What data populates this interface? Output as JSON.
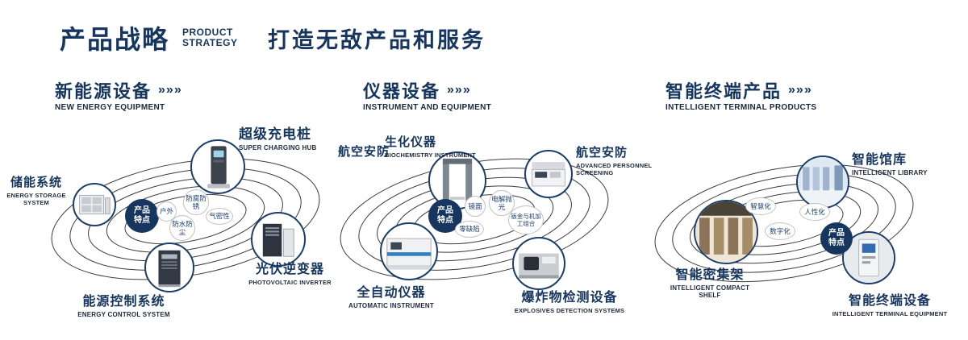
{
  "header": {
    "title": "产品战略",
    "subtitle": [
      "PRODUCT",
      "STRATEGY"
    ],
    "tagline": "打造无敌产品和服务"
  },
  "accent_color": "#16365f",
  "sections": [
    {
      "title": "新能源设备",
      "arrows": "»»»",
      "subtitle": "NEW ENERGY EQUIPMENT",
      "badge": "产品特点",
      "features": [
        "户外",
        "防腐防锈",
        "气密性",
        "防水防尘"
      ],
      "nodes": [
        {
          "label": "超级充电桩",
          "sublabel": "SUPER CHARGING HUB",
          "icon": "charging-hub"
        },
        {
          "label": "储能系统",
          "sublabel": "ENERGY STORAGE SYSTEM",
          "icon": "energy-storage"
        },
        {
          "label": "光伏逆变器",
          "sublabel": "PHOTOVOLTAIC INVERTER",
          "icon": "pv-inverter"
        },
        {
          "label": "能源控制系统",
          "sublabel": "ENERGY CONTROL SYSTEM",
          "icon": "energy-control"
        }
      ]
    },
    {
      "title": "仪器设备",
      "arrows": "»»»",
      "subtitle": "INSTRUMENT AND EQUIPMENT",
      "badge": "产品特点",
      "features": [
        "镜面",
        "电解抛光",
        "零缺陷",
        "钣金与机加工组合"
      ],
      "extra_label": "航空安防",
      "nodes": [
        {
          "label": "生化仪器",
          "sublabel": "BIOCHEMISTRY INSTRUMENT",
          "icon": "security-gate"
        },
        {
          "label": "航空安防",
          "sublabel": "ADVANCED PERSONNEL SCREENING",
          "icon": "personnel-screening"
        },
        {
          "label": "全自动仪器",
          "sublabel": "AUTOMATIC INSTRUMENT",
          "icon": "automatic-instrument"
        },
        {
          "label": "爆炸物检测设备",
          "sublabel": "EXPLOSIVES DETECTION SYSTEMS",
          "icon": "explosives-detection"
        }
      ]
    },
    {
      "title": "智能终端产品",
      "arrows": "»»»",
      "subtitle": "INTELLIGENT TERMINAL PRODUCTS",
      "badge": "产品特点",
      "features": [
        "智慧化",
        "人性化",
        "数字化"
      ],
      "nodes": [
        {
          "label": "智能馆库",
          "sublabel": "INTELLIGENT LIBRARY",
          "icon": "intelligent-library"
        },
        {
          "label": "智能密集架",
          "sublabel": "INTELLIGENT COMPACT SHELF",
          "icon": "compact-shelf"
        },
        {
          "label": "智能终端设备",
          "sublabel": "INTELLIGENT TERMINAL EQUIPMENT",
          "icon": "terminal-equipment"
        }
      ]
    }
  ]
}
